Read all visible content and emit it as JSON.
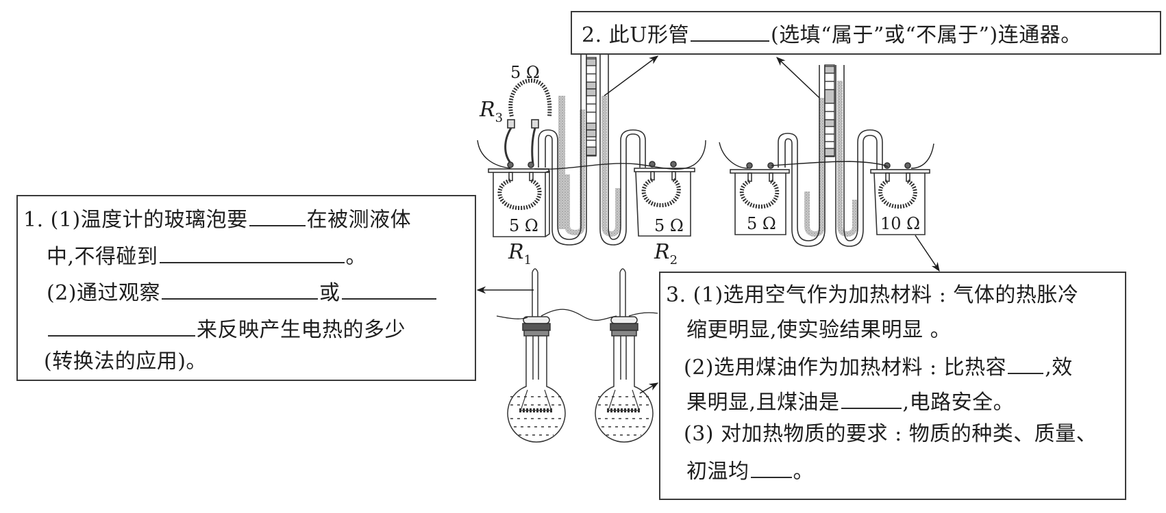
{
  "box2": {
    "prefix": "2. 此U形管",
    "suffix": "(选填“属于”或“不属于”)连通器。"
  },
  "box1": {
    "line1_prefix": "1. (1)温度计的玻璃泡要",
    "line1_suffix": "在被测液体",
    "line2_prefix": "中,不得碰到",
    "line2_suffix": "。",
    "line3_prefix": "(2)通过观察",
    "line3_mid": "或",
    "line4_suffix": "来反映产生电热的多少",
    "line5": "(转换法的应用)。"
  },
  "box3": {
    "line1": "3. (1)选用空气作为加热材料 : 气体的热胀冷",
    "line2": "缩更明显,使实验结果明显 。",
    "line3_prefix": "(2)选用煤油作为加热材料 : 比热容",
    "line3_suffix": ",效",
    "line4_prefix": "果明显,且煤油是",
    "line4_suffix": ",电路安全。",
    "line5": "(3) 对加热物质的要求 : 物质的种类、质量、",
    "line6_prefix": "初温均",
    "line6_suffix": "。"
  },
  "diagram": {
    "left_setup": {
      "r3_value": "5 Ω",
      "r3_label": "R",
      "r3_sub": "3",
      "r1_value": "5 Ω",
      "r1_label": "R",
      "r1_sub": "1",
      "r2_value": "5 Ω",
      "r2_label": "R",
      "r2_sub": "2"
    },
    "right_setup": {
      "left_value": "5 Ω",
      "right_value": "10 Ω"
    }
  },
  "colors": {
    "ink": "#1e1e1e",
    "liquid": "#bdbdbd",
    "border": "#3a3a3a"
  }
}
